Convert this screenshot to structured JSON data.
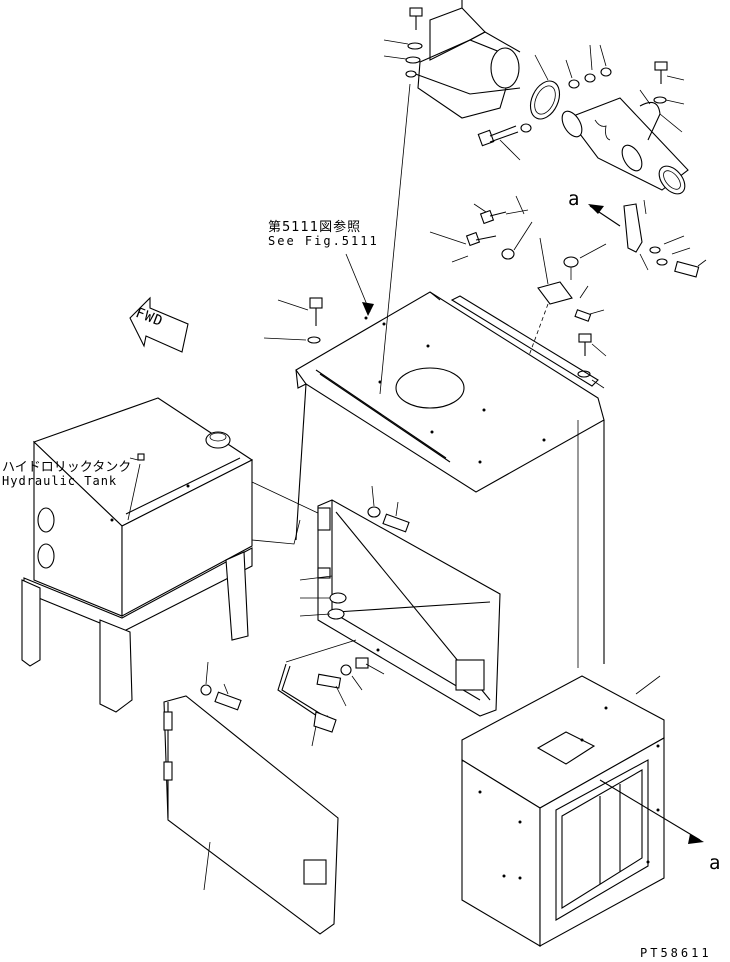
{
  "figure": {
    "reference_jp": "第5111図参照",
    "reference_en": "See Fig.5111",
    "tank_label_jp": "ハイドロリックタンク",
    "tank_label_en": "Hydraulic Tank",
    "view_marker_top": "a",
    "view_marker_bottom": "a",
    "direction_arrow": "FWD",
    "part_number": "PT58611"
  }
}
